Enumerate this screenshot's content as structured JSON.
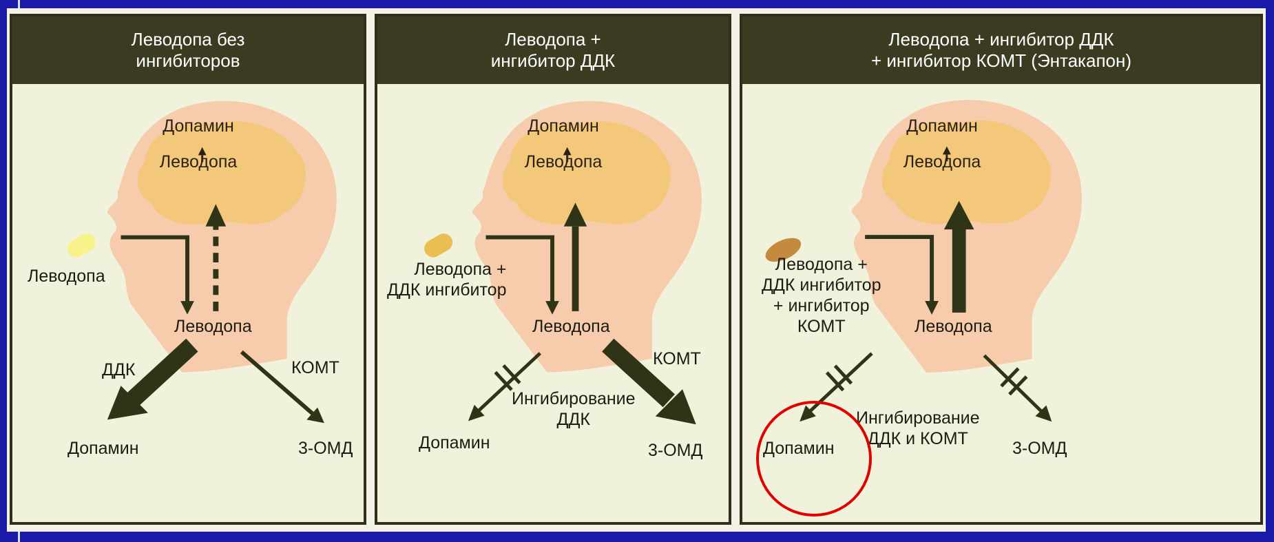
{
  "panels": [
    {
      "title": "Леводопа без\nингибиторов",
      "brain_top": "Допамин",
      "brain_bottom": "Леводопа",
      "pill_label": "Леводопа",
      "neck_label": "Леводопа",
      "left_path_label": "ДДК",
      "right_path_label": "КОМТ",
      "left_product": "Допамин",
      "right_product": "3-ОМД"
    },
    {
      "title": "Леводопа +\nингибитор ДДК",
      "brain_top": "Допамин",
      "brain_bottom": "Леводопа",
      "pill_label": "Леводопа +\nДДК ингибитор",
      "neck_label": "Леводопа",
      "inhibition_label": "Ингибирование\nДДК",
      "right_path_label": "КОМТ",
      "left_product": "Допамин",
      "right_product": "3-ОМД"
    },
    {
      "title": "Леводопа + ингибитор ДДК\n+ ингибитор КОМТ (Энтакапон)",
      "brain_top": "Допамин",
      "brain_bottom": "Леводопа",
      "pill_label": "Леводопа +\nДДК ингибитор\n+ ингибитор\nКОМТ",
      "neck_label": "Леводопа",
      "inhibition_label": "Ингибирование\nДДК и КОМТ",
      "left_product": "Допамин",
      "right_product": "3-ОМД"
    }
  ],
  "colors": {
    "header": "#3a3b21",
    "arrow": "#2f3417",
    "head": "#f6c9a9",
    "brain": "#f4c87a",
    "highlight": "#e00000"
  }
}
